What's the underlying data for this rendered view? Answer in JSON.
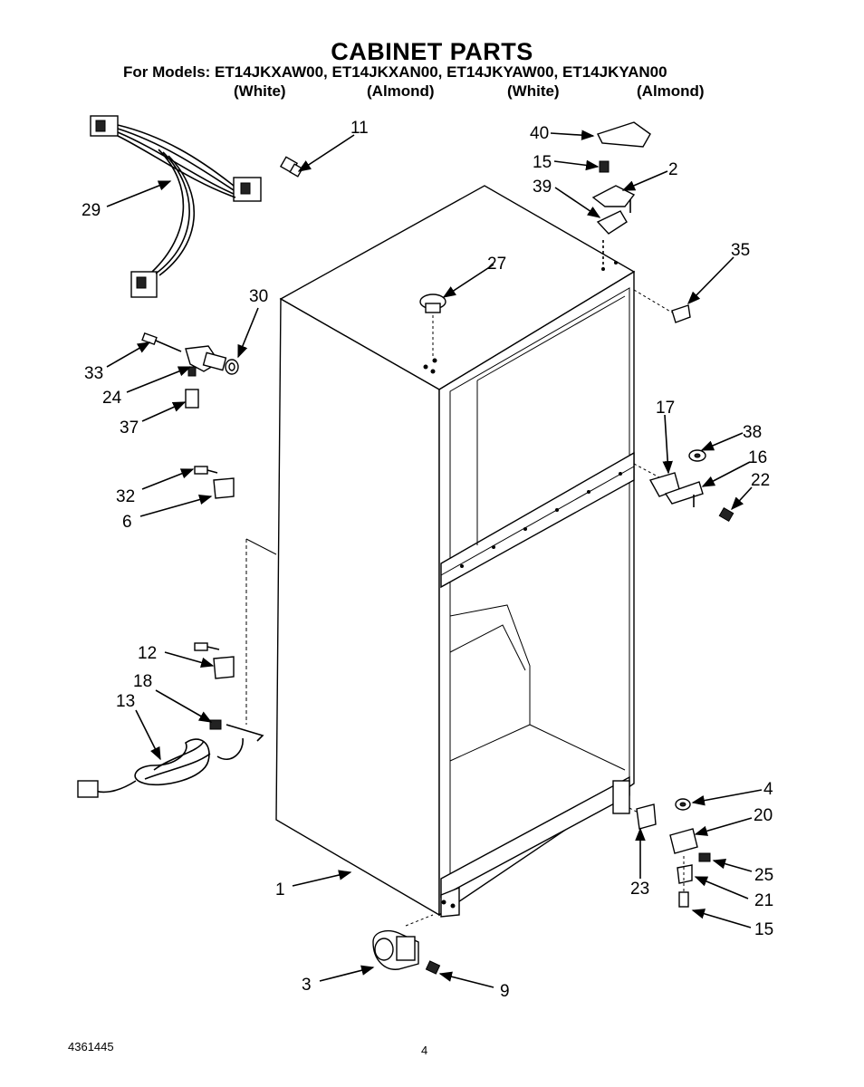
{
  "header": {
    "title": "CABINET PARTS",
    "models_line": "For Models: ET14JKXAW00, ET14JKXAN00, ET14JKYAW00, ET14JKYAN00",
    "colors": [
      "(White)",
      "(Almond)",
      "(White)",
      "(Almond)"
    ]
  },
  "callouts": {
    "c1": "1",
    "c2": "2",
    "c3": "3",
    "c4": "4",
    "c6": "6",
    "c9": "9",
    "c11": "11",
    "c12": "12",
    "c13": "13",
    "c15a": "15",
    "c15b": "15",
    "c16": "16",
    "c17": "17",
    "c18": "18",
    "c20": "20",
    "c21": "21",
    "c22": "22",
    "c23": "23",
    "c24": "24",
    "c25": "25",
    "c27": "27",
    "c29": "29",
    "c30": "30",
    "c32": "32",
    "c33": "33",
    "c35": "35",
    "c37": "37",
    "c38": "38",
    "c39": "39",
    "c40": "40"
  },
  "footer": {
    "document_number": "4361445",
    "page_number": "4"
  }
}
